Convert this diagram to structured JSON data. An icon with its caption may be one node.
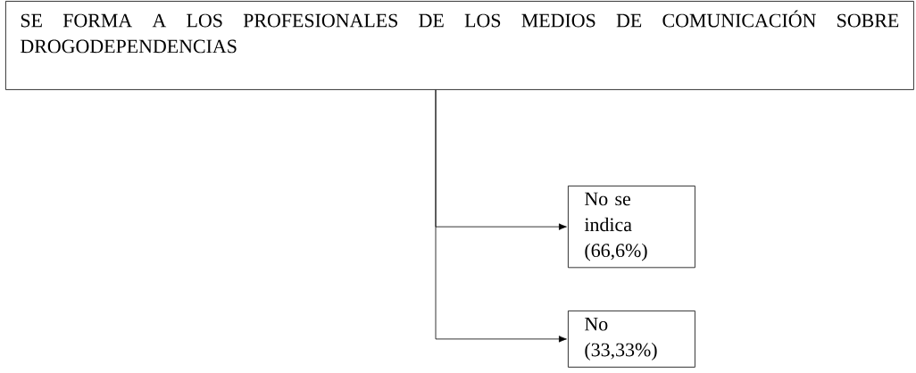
{
  "diagram": {
    "nodes": [
      {
        "text": [
          "SE FORMA A LOS PROFESIONALES DE LOS MEDIOS DE COMUNICACIÓN SOBRE DROGODEPENDENCIAS"
        ]
      },
      {
        "text": [
          "No se indica (66,6%)"
        ]
      },
      {
        "text": [
          "No (33,33%)"
        ]
      }
    ],
    "edges": [
      {
        "from": 0,
        "to": 1,
        "arrow": "to"
      },
      {
        "from": 0,
        "to": 2,
        "arrow": "to"
      }
    ]
  }
}
